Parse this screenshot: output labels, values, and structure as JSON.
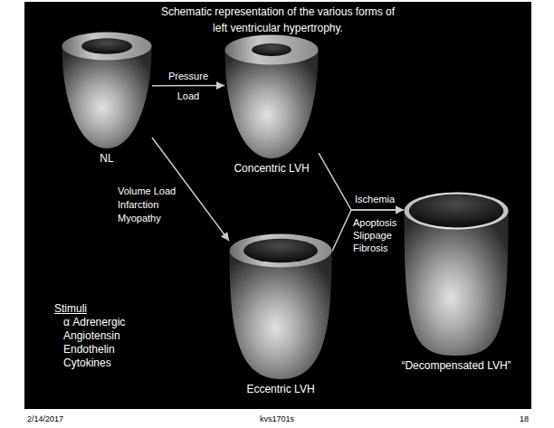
{
  "diagram": {
    "title": "Schematic representation of the various forms of left ventricular hypertrophy.",
    "nodes": [
      {
        "text": [
          "NL"
        ]
      },
      {
        "text": [
          "Concentric LVH"
        ]
      },
      {
        "text": [
          "Eccentric LVH"
        ]
      },
      {
        "text": [
          "“Decompensated LVH”"
        ]
      }
    ],
    "edges": [
      {
        "from": 0,
        "to": 1,
        "arrow": "to",
        "label": "Pressure Load"
      },
      {
        "from": 0,
        "to": 2,
        "arrow": "to",
        "label": "Volume Load Infarction Myopathy"
      },
      {
        "from": 1,
        "to": 3,
        "arrow": "to",
        "label": "Ischemia"
      },
      {
        "from": 2,
        "to": 3,
        "arrow": "to",
        "label": "Apoptosis Slippage Fibrosis"
      }
    ],
    "labels": [
      "Stimuli",
      "α Adrenergic",
      "Angiotensin",
      "Endothelin",
      "Cytokines",
      "2/14/2017",
      "kvs1701s",
      "18"
    ]
  }
}
